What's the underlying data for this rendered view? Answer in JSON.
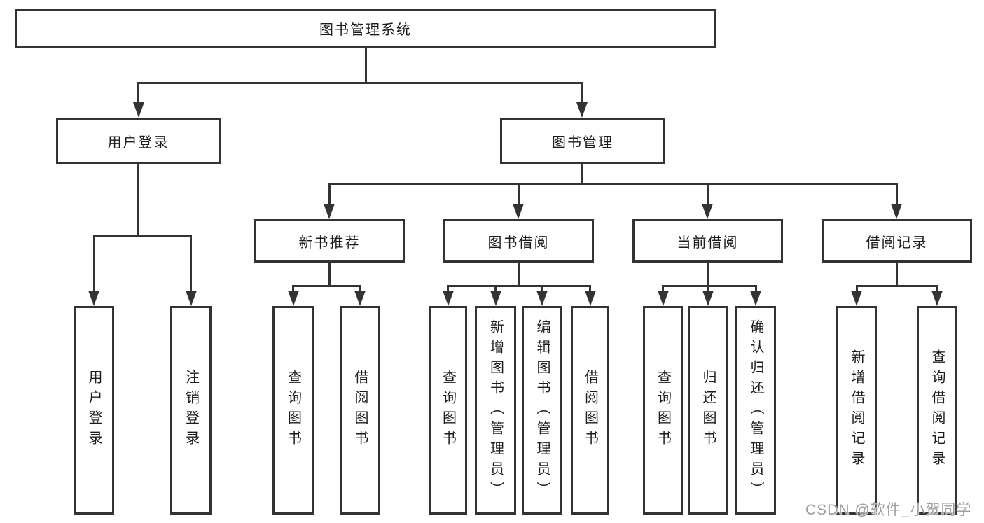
{
  "root": {
    "label": "图书管理系统"
  },
  "level2": [
    {
      "label": "用户登录"
    },
    {
      "label": "图书管理"
    }
  ],
  "level3": [
    {
      "label": "新书推荐"
    },
    {
      "label": "图书借阅"
    },
    {
      "label": "当前借阅"
    },
    {
      "label": "借阅记录"
    }
  ],
  "leaves": [
    {
      "label": "用户登录"
    },
    {
      "label": "注销登录"
    },
    {
      "label": "查询图书"
    },
    {
      "label": "借阅图书"
    },
    {
      "label": "查询图书"
    },
    {
      "label": "新增图书（管理员）"
    },
    {
      "label": "编辑图书（管理员）"
    },
    {
      "label": "借阅图书"
    },
    {
      "label": "查询图书"
    },
    {
      "label": "归还图书"
    },
    {
      "label": "确认归还（管理员）"
    },
    {
      "label": "新增借阅记录"
    },
    {
      "label": "查询借阅记录"
    }
  ],
  "watermark": "CSDN @软件_小贺同学",
  "colors": {
    "line": "#333333",
    "text": "#1c1c1c",
    "background": "#ffffff",
    "watermark": "#9e9e9e"
  }
}
